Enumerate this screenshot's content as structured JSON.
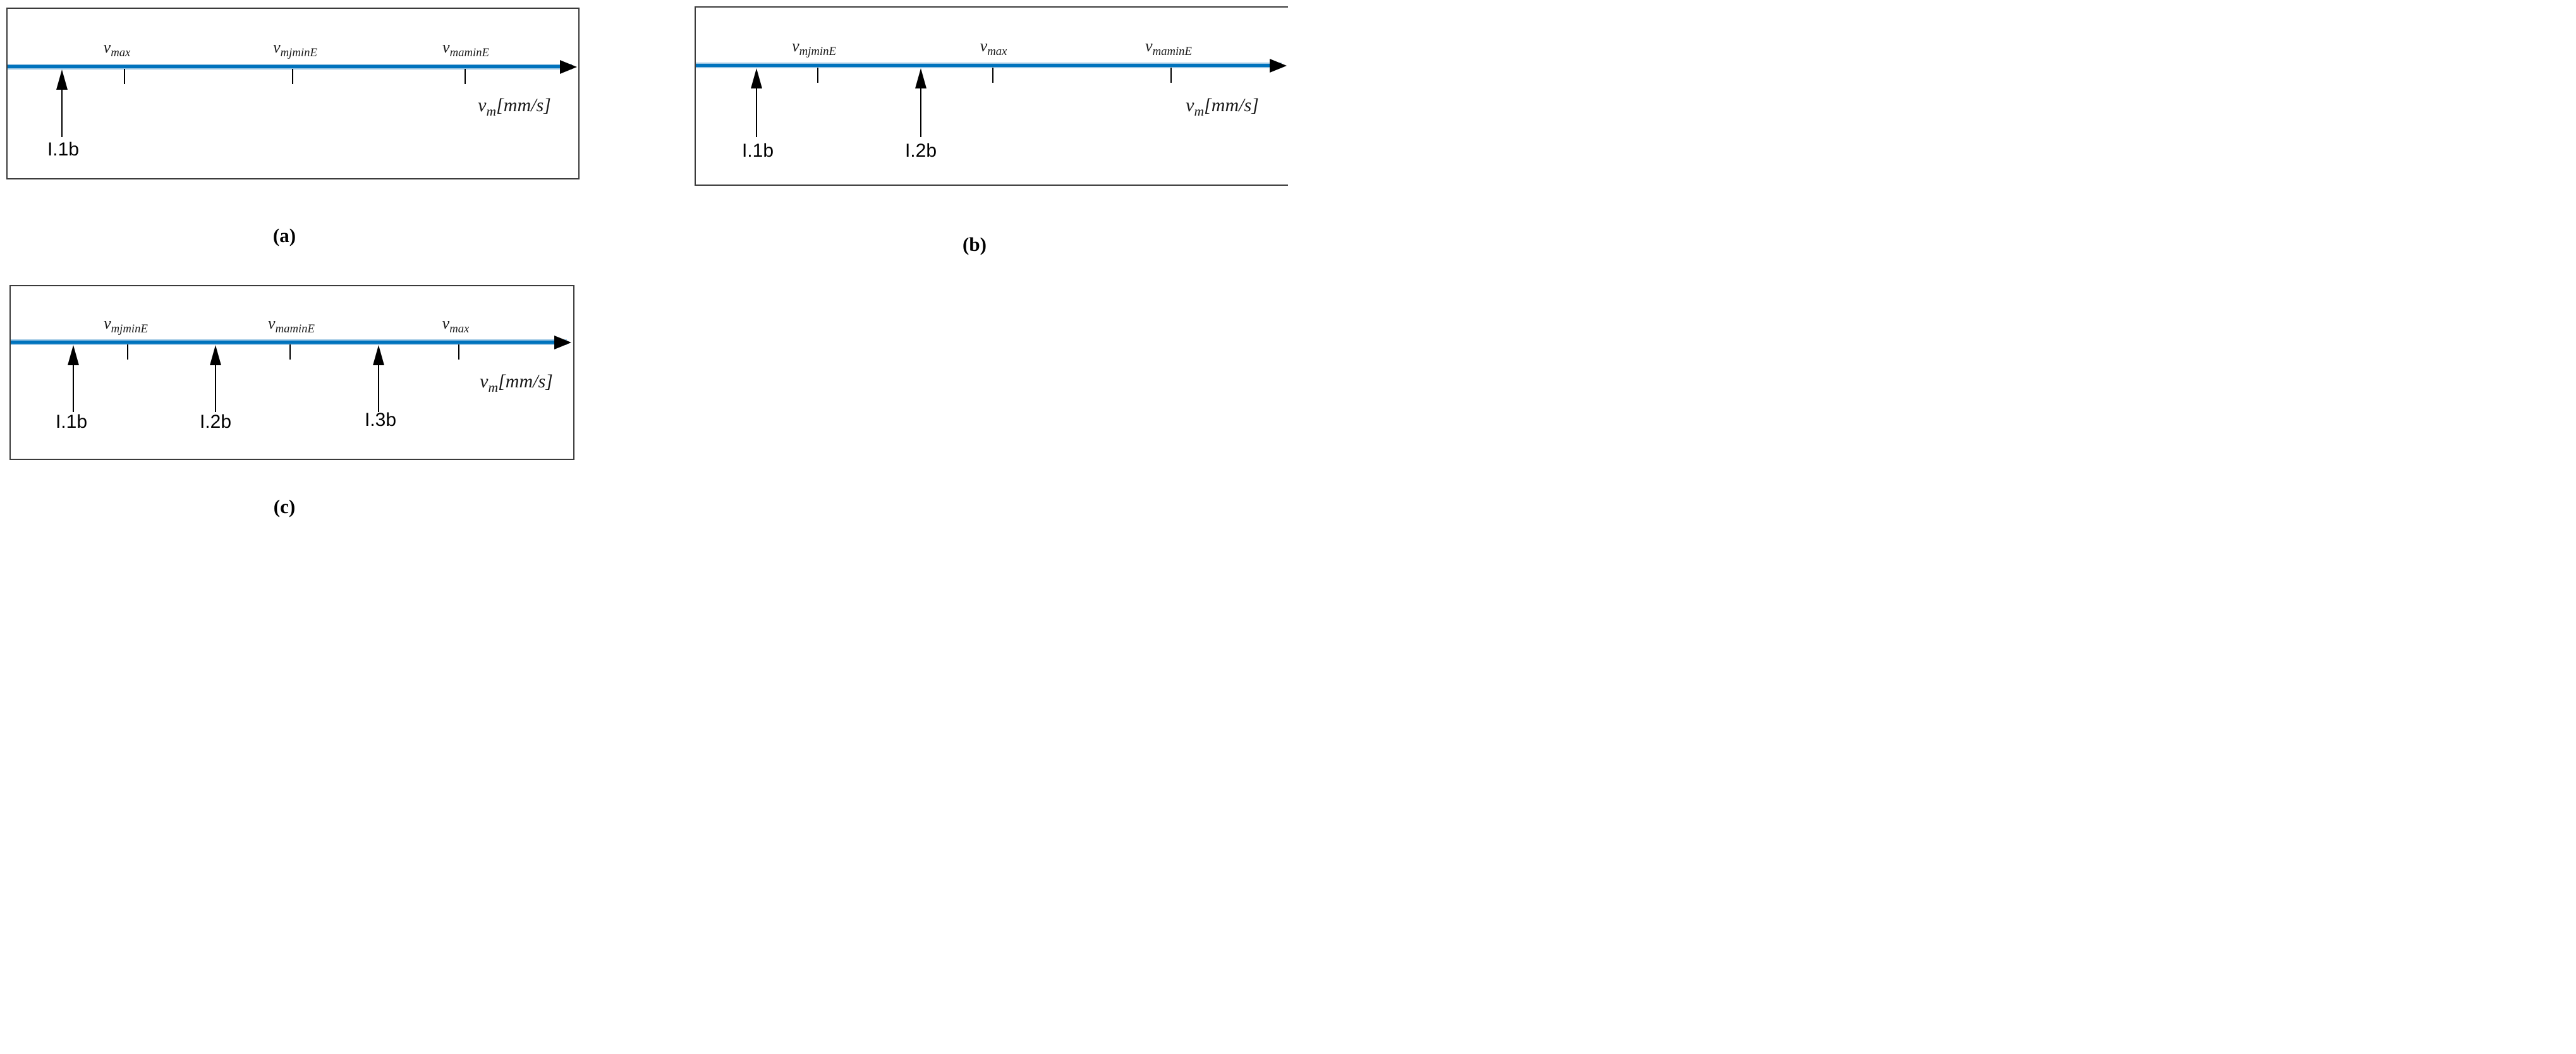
{
  "figure": {
    "background_color": "#ffffff",
    "axis_color": "#0073bd",
    "axis_halo_color": "#9ec7e4",
    "box_border_color": "#3a3a3a",
    "panels": [
      {
        "caption": "(a)",
        "axis_unit": {
          "main": "v",
          "sub": "m",
          "rest": "[mm/s]"
        },
        "tick_labels": [
          {
            "main": "v",
            "sub": "max"
          },
          {
            "main": "v",
            "sub": "mjminE"
          },
          {
            "main": "v",
            "sub": "maminE"
          }
        ],
        "markers": [
          {
            "label": "I.1b"
          }
        ]
      },
      {
        "caption": "(b)",
        "axis_unit": {
          "main": "v",
          "sub": "m",
          "rest": "[mm/s]"
        },
        "tick_labels": [
          {
            "main": "v",
            "sub": "mjminE"
          },
          {
            "main": "v",
            "sub": "max"
          },
          {
            "main": "v",
            "sub": "maminE"
          }
        ],
        "markers": [
          {
            "label": "I.1b"
          },
          {
            "label": "I.2b"
          }
        ]
      },
      {
        "caption": "(c)",
        "axis_unit": {
          "main": "v",
          "sub": "m",
          "rest": "[mm/s]"
        },
        "tick_labels": [
          {
            "main": "v",
            "sub": "mjminE"
          },
          {
            "main": "v",
            "sub": "maminE"
          },
          {
            "main": "v",
            "sub": "max"
          }
        ],
        "markers": [
          {
            "label": "I.1b"
          },
          {
            "label": "I.2b"
          },
          {
            "label": "I.3b"
          }
        ]
      }
    ]
  }
}
